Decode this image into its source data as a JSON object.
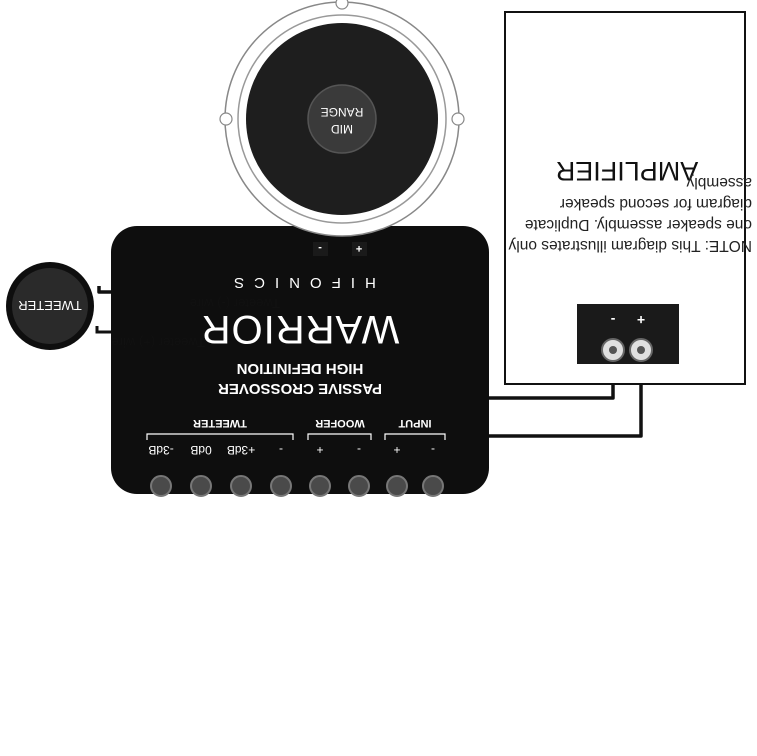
{
  "amplifier": {
    "label": "AMPLIFIER",
    "terminal_plus": "+",
    "terminal_minus": "-"
  },
  "crossover": {
    "brand": "HIFONICS",
    "model": "WARRIOR",
    "line1": "HIGH DEFINITION",
    "line2": "PASSIVE CROSSOVER",
    "groups": {
      "input": "INPUT",
      "woofer": "WOOFER",
      "tweeter": "TWEETER"
    },
    "terminals": [
      "-",
      "+",
      "-",
      "+",
      "-",
      "+3dB",
      "0dB",
      "-3dB"
    ]
  },
  "midrange": {
    "line1": "MID",
    "line2": "RANGE",
    "terminal_minus": "-",
    "terminal_plus": "+"
  },
  "tweeter": {
    "label": "TWEETER",
    "wire_minus": "Tweeter (-) wire",
    "wire_plus": "Tweeter (+) wire"
  },
  "note": {
    "line1": "NOTE: This diagram illustrates only",
    "line2": "one speaker assembly. Duplicate",
    "line3": "diagram for second speaker",
    "line4": "assembly"
  }
}
